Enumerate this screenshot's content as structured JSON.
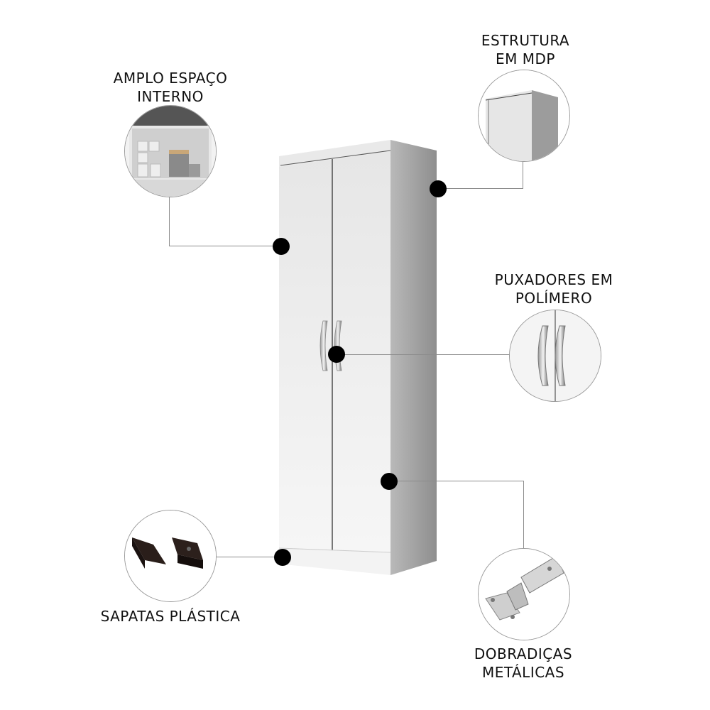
{
  "features": {
    "interior": {
      "line1": "AMPLO ESPAÇO",
      "line2": "INTERNO",
      "icon": "shelf-interior-icon"
    },
    "structure": {
      "line1": "ESTRUTURA",
      "line2": "EM MDP",
      "icon": "mdp-corner-icon"
    },
    "handles": {
      "line1": "PUXADORES EM",
      "line2": "POLÍMERO",
      "icon": "polymer-handle-icon"
    },
    "feet": {
      "line1": "SAPATAS PLÁSTICA",
      "icon": "plastic-foot-icon"
    },
    "hinges": {
      "line1": "DOBRADIÇAS",
      "line2": "METÁLICAS",
      "icon": "metal-hinge-icon"
    }
  },
  "colors": {
    "background": "#ffffff",
    "cabinet": "#f0f0f0",
    "side": "#a8a8a8",
    "dot": "#000000",
    "line": "#8c8c8c"
  }
}
